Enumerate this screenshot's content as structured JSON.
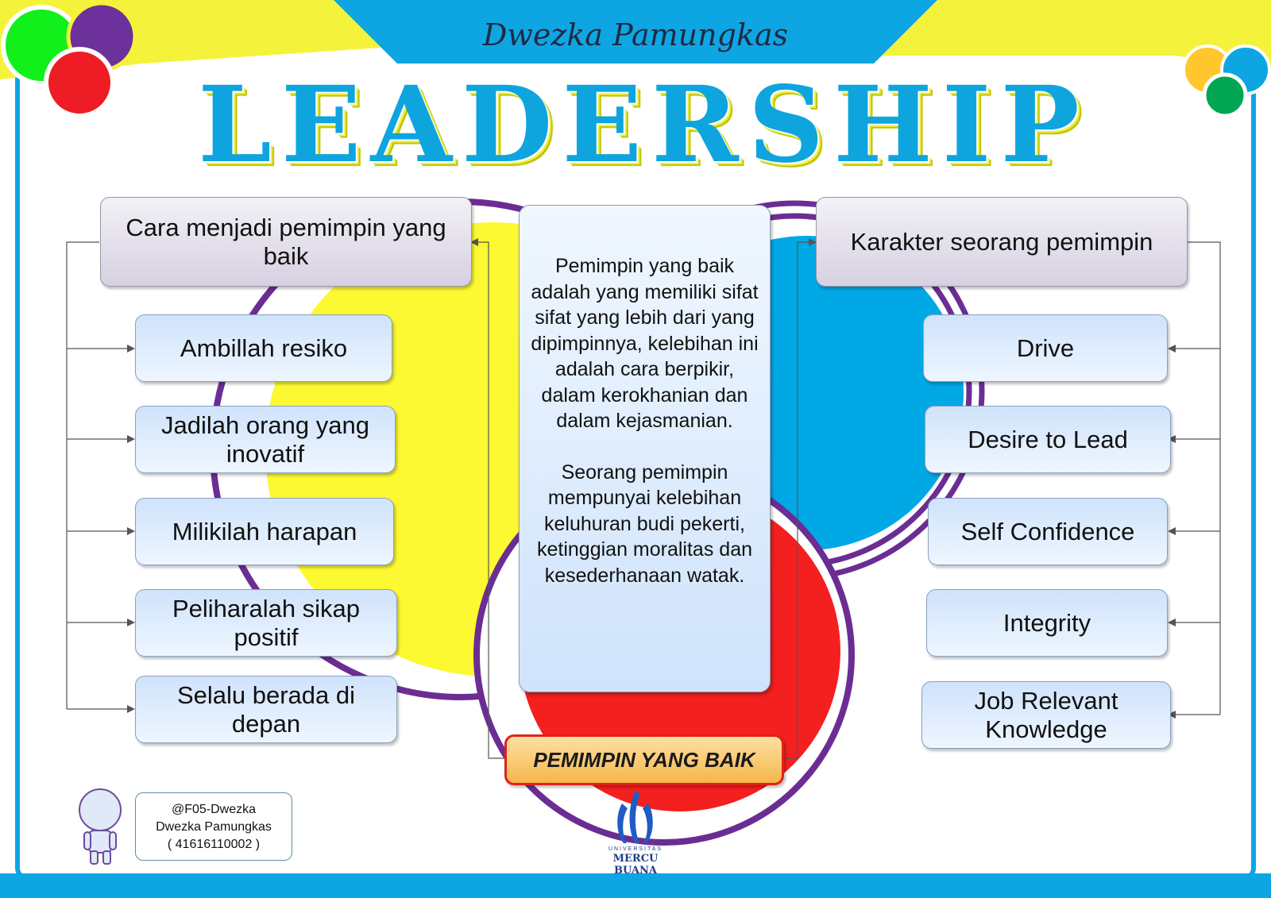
{
  "header": {
    "author": "Dwezka Pamungkas",
    "title": "LEADERSHIP"
  },
  "left": {
    "heading": "Cara menjadi pemimpin yang baik",
    "items": [
      {
        "label": "Ambillah resiko"
      },
      {
        "label": "Jadilah orang yang inovatif"
      },
      {
        "label": "Milikilah harapan"
      },
      {
        "label": "Peliharalah sikap positif"
      },
      {
        "label": "Selalu berada di depan"
      }
    ]
  },
  "right": {
    "heading": "Karakter seorang pemimpin",
    "items": [
      {
        "label": "Drive"
      },
      {
        "label": "Desire to Lead"
      },
      {
        "label": "Self Confidence"
      },
      {
        "label": "Integrity"
      },
      {
        "label": "Job Relevant Knowledge"
      }
    ]
  },
  "center": {
    "paragraph1": "Pemimpin yang baik adalah yang memiliki sifat sifat yang lebih dari yang dipimpinnya, kelebihan ini adalah cara berpikir, dalam kerokhanian dan dalam kejasmanian.",
    "paragraph2": "Seorang pemimpin mempunyai kelebihan keluhuran budi pekerti, ketinggian moralitas dan kesederhanaan watak.",
    "badge": "PEMIMPIN YANG BAIK"
  },
  "credit": {
    "handle": "@F05-Dwezka",
    "name": "Dwezka Pamungkas",
    "id": "( 41616110002 )"
  },
  "logo": {
    "small": "UNIVERSITAS",
    "name": "MERCU BUANA"
  },
  "colors": {
    "banner_blue": "#0ea5e3",
    "banner_yellow": "#f5f23b",
    "circle_purple": "#6b2d93",
    "circle_yellow": "#fcf832",
    "circle_blue": "#00a8e6",
    "circle_red": "#f41f1f",
    "dot_green": "#12f01c",
    "dot_purple": "#6d319b",
    "dot_red": "#ee1c24",
    "dot_orange": "#ffc72c",
    "dot_green_right": "#00a651"
  }
}
